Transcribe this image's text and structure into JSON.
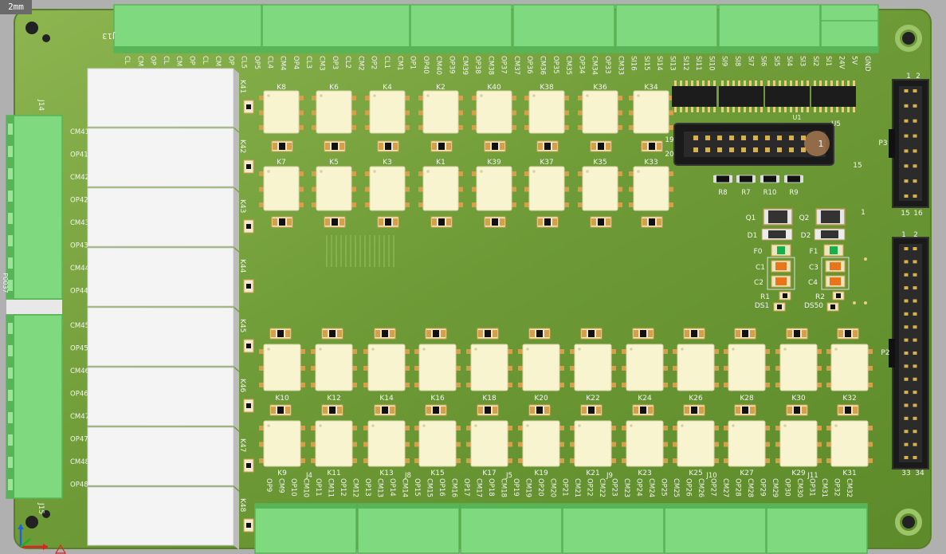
{
  "scale_label": "2mm",
  "colors": {
    "board": "#6f9a35",
    "board_light": "#88b04a",
    "connector": "#7fd97f",
    "connector_dark": "#57b557",
    "ic_body": "#f8f4cf",
    "pad": "#d4a04a",
    "relay": "#f4f4f4",
    "header": "#1a1a1a",
    "silk": "#f4f4f4"
  },
  "top_connector": {
    "ref": "J13",
    "pins": [
      "CL",
      "CM",
      "OP",
      "CL",
      "CM",
      "OP",
      "CL",
      "CM",
      "OP",
      "CL5",
      "OP5",
      "CL4",
      "CM4",
      "OP4",
      "CL3",
      "CM3",
      "OP3",
      "CL2",
      "CM2",
      "OP2",
      "CL1",
      "CM1",
      "OP1",
      "OP40",
      "CM40",
      "OP39",
      "CM39",
      "OP38",
      "CM38",
      "OP37",
      "CM37",
      "OP36",
      "CM36",
      "OP35",
      "CM35",
      "OP34",
      "CM34",
      "OP33",
      "CM33",
      "SI16",
      "SI15",
      "SI14",
      "SI13",
      "SI12",
      "SI11",
      "SI10",
      "SI9",
      "SI8",
      "SI7",
      "SI6",
      "SI5",
      "SI4",
      "SI3",
      "SI2",
      "SI1",
      "24V",
      "5V",
      "GND"
    ]
  },
  "left_connectors": {
    "j14": {
      "ref": "J14",
      "labels": [
        "CM41",
        "OP41",
        "CM42",
        "OP42",
        "CM43",
        "OP43",
        "CM44",
        "OP44"
      ]
    },
    "j15": {
      "ref": "J15",
      "labels": [
        "CM45",
        "OP45",
        "CM46",
        "OP46",
        "CM47",
        "OP47",
        "CM48",
        "OP48"
      ]
    }
  },
  "left_relays": [
    "K41",
    "K42",
    "K43",
    "K44",
    "K45",
    "K46",
    "K47",
    "K48"
  ],
  "top_ics_row1": [
    "K8",
    "K6",
    "K4",
    "K2",
    "K40",
    "K38",
    "K36",
    "K34"
  ],
  "top_ics_row2": [
    "K7",
    "K5",
    "K3",
    "K1",
    "K39",
    "K37",
    "K35",
    "K33"
  ],
  "bottom_ics_row1": [
    "K10",
    "K12",
    "K14",
    "K16",
    "K18",
    "K20",
    "K22",
    "K24",
    "K26",
    "K28",
    "K30",
    "K32"
  ],
  "bottom_ics_row2": [
    "K9",
    "K11",
    "K13",
    "K15",
    "K17",
    "K19",
    "K21",
    "K23",
    "K25",
    "K27",
    "K29",
    "K31"
  ],
  "bottom_connector": {
    "refs": [
      "J4",
      "J8",
      "J5",
      "J9",
      "J10",
      "J11"
    ],
    "pins": [
      "OP9",
      "CM9",
      "OP10",
      "CM10",
      "OP11",
      "CM11",
      "OP12",
      "CM12",
      "OP13",
      "CM13",
      "OP14",
      "CM14",
      "OP15",
      "CM15",
      "OP16",
      "CM16",
      "OP17",
      "CM17",
      "OP18",
      "CM18",
      "OP19",
      "CM19",
      "OP20",
      "CM20",
      "OP21",
      "CM21",
      "OP22",
      "CM22",
      "OP23",
      "CM23",
      "OP24",
      "CM24",
      "OP25",
      "CM25",
      "OP26",
      "CM26",
      "OP27",
      "CM27",
      "OP28",
      "CM28",
      "OP29",
      "CM29",
      "OP30",
      "CM30",
      "OP31",
      "CM31",
      "OP32",
      "CM32"
    ]
  },
  "header_center": {
    "label_left": "19",
    "label_left2": "20",
    "label_right": "15",
    "pin1": "1"
  },
  "resistors": [
    "R8",
    "R7",
    "R10",
    "R9"
  ],
  "power_section": {
    "q": [
      "Q1",
      "Q2"
    ],
    "d": [
      "D1",
      "D2"
    ],
    "f": [
      "F0",
      "F1"
    ],
    "c_left": [
      "C1",
      "C2"
    ],
    "c_right": [
      "C3",
      "C4"
    ],
    "r": [
      "R1",
      "R2"
    ],
    "ds": [
      "DS1",
      "DS50"
    ],
    "mark": "1"
  },
  "p3": {
    "ref": "P3",
    "pin_top": [
      "1",
      "2"
    ],
    "pin_bottom": [
      "15",
      "16"
    ]
  },
  "p2": {
    "ref": "P2",
    "pin_top": [
      "1",
      "2"
    ],
    "pin_bottom": [
      "33",
      "34"
    ]
  },
  "soic_ref": "U5",
  "soic_ref2": "U1"
}
